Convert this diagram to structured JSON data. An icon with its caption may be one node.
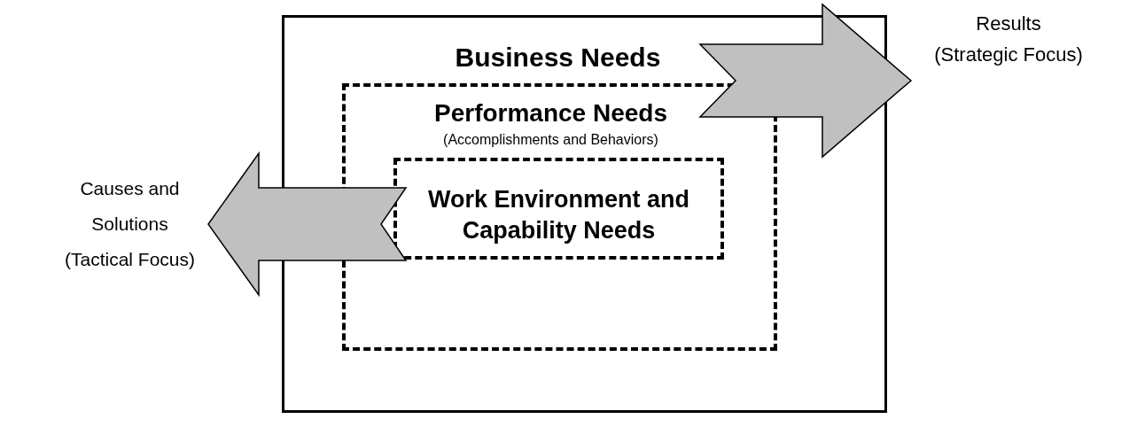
{
  "diagram": {
    "nodes": [
      {
        "text": [
          "Business Needs"
        ]
      },
      {
        "text": [
          "Performance Needs",
          "(Accomplishments and Behaviors)"
        ],
        "in": 0
      },
      {
        "text": [
          "Work Environment and Capability Needs"
        ],
        "in": 1
      },
      {
        "text": [
          "Results",
          "(Strategic Focus)"
        ]
      },
      {
        "text": [
          "Causes and Solutions",
          "(Tactical Focus)"
        ]
      }
    ],
    "edges": [
      {
        "from": 0,
        "to": 3,
        "arrow": "to",
        "style": "thick",
        "color": "#c0c0c0"
      },
      {
        "from": 2,
        "to": 4,
        "arrow": "to",
        "style": "thick",
        "color": "#c0c0c0"
      }
    ]
  }
}
